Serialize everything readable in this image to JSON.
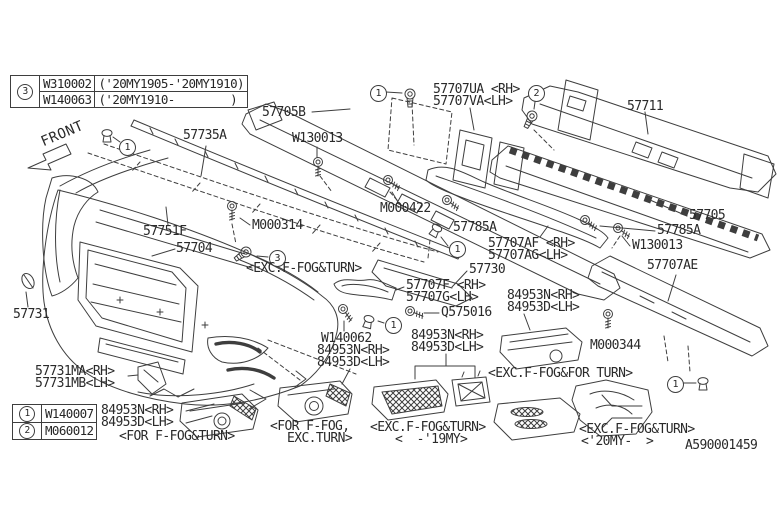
{
  "drawing": {
    "code": "A590001459",
    "front_marker": "FRONT"
  },
  "symbols": {
    "one": "1",
    "two": "2",
    "three": "3"
  },
  "ref_tables": {
    "top_left": {
      "symbol": "3",
      "rows": [
        {
          "part_no": "W310002",
          "applicability": "('20MY1905-'20MY1910)"
        },
        {
          "part_no": "W140063",
          "applicability": "('20MY1910-        )"
        }
      ]
    },
    "bottom_left": {
      "rows": [
        {
          "symbol": "1",
          "part_no": "W140007"
        },
        {
          "symbol": "2",
          "part_no": "M060012"
        }
      ]
    }
  },
  "callouts": {
    "c57705B": "57705B",
    "c57707UA": "57707UA <RH>",
    "c57707VA": "57707VA<LH>",
    "c57711": "57711",
    "c57735A": "57735A",
    "cW130013_top": "W130013",
    "cM000422": "M000422",
    "cM000314": "M000314",
    "c57785A_left": "57785A",
    "c57751F": "57751F",
    "c57704": "57704",
    "cExcFogTurn_center": "<EXC.F-FOG&TURN>",
    "c57730": "57730",
    "c57705": "57705",
    "c57785A_right": "57785A",
    "cW130013_right": "W130013",
    "c57707AF": "57707AF <RH>",
    "c57707AG": "57707AG<LH>",
    "c57707AE": "57707AE",
    "c57707F": "57707F <RH>",
    "c57707G": "57707G<LH>",
    "cQ575016": "Q575016",
    "cW140062": "W140062",
    "c84953N_mid1": "84953N<RH>",
    "c84953D_mid1": "84953D<LH>",
    "c84953N_mid2": "84953N<RH>",
    "c84953D_mid2": "84953D<LH>",
    "c84953N_right": "84953N<RH>",
    "c84953D_right": "84953D<LH>",
    "cM000344": "M000344",
    "cExcFogForTurn": "<EXC.F-FOG&FOR TURN>",
    "c57731": "57731",
    "c57731MA": "57731MA<RH>",
    "c57731MB": "57731MB<LH>",
    "c84953N_bl": "84953N<RH>",
    "c84953D_bl": "84953D<LH>",
    "cForFogTurn": "<FOR F-FOG&TURN>",
    "cForFog_l1": "<FOR F-FOG,",
    "cForFog_l2": "EXC.TURN>",
    "cExcFog19_l1": "<EXC.F-FOG&TURN>",
    "cExcFog19_l2": "<  -'19MY>",
    "cExcFog20_l1": "<EXC.F-FOG&TURN>",
    "cExcFog20_l2": "<'20MY-  >"
  },
  "colors": {
    "line": "#3e3e3e",
    "text": "#2a2a2a",
    "background": "#ffffff"
  }
}
